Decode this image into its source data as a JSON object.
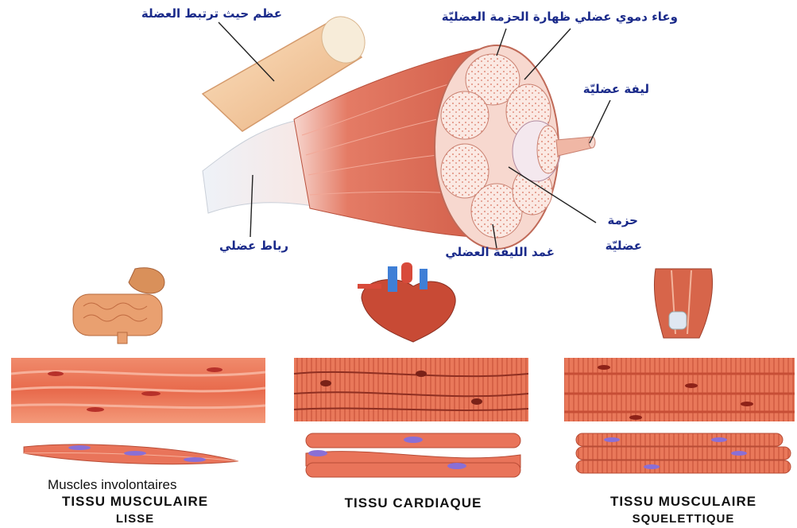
{
  "labels": {
    "bone": "عظم حيث ترتبط العضلة",
    "vessel": "وعاء دموي عضلي ظهارة الحزمة العضليّة",
    "fiber": "ليفة عضليّة",
    "bundle_1": "حزمة",
    "bundle_2": "عضليّة",
    "sheath": "غمد الليفة العضلي",
    "tendon": "رباط عضلي"
  },
  "captions": {
    "smooth_note": "Muscles involontaires",
    "smooth_1": "TISSU MUSCULAIRE",
    "smooth_2": "LISSE",
    "cardiac": "TISSU CARDIAQUE",
    "skeletal_1": "TISSU MUSCULAIRE",
    "skeletal_2": "SQUELETTIQUE"
  },
  "colors": {
    "muscle": "#d9654f",
    "muscle_light": "#f0a795",
    "bone": "#f2c79a",
    "label": "#1a2a8a",
    "nucleus": "#8a6fd6"
  }
}
